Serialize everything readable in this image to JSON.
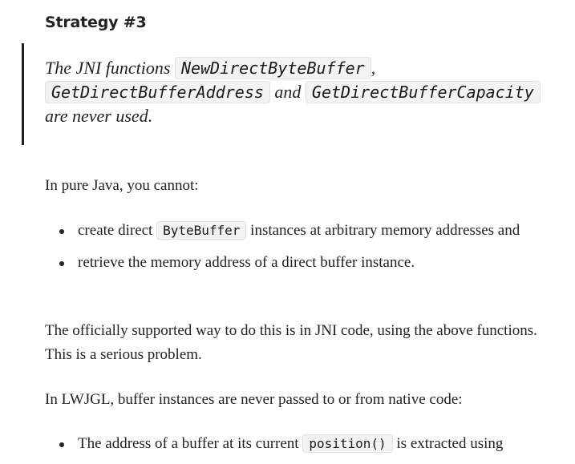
{
  "heading": "Strategy #3",
  "quote": {
    "t1": "The JNI functions ",
    "c1": "NewDirectByteBuffer",
    "t2": ",",
    "c2": "GetDirectBufferAddress",
    "t3": " and ",
    "c3": "GetDirectBufferCapacity",
    "t4": "are never used."
  },
  "para1": "In pure Java, you cannot:",
  "list1": {
    "item1": {
      "t1": "create direct ",
      "c1": "ByteBuffer",
      "t2": " instances at arbitrary memory addresses and"
    },
    "item2": {
      "t1": "retrieve the memory address of a direct buffer instance."
    }
  },
  "para2": "The officially supported way to do this is in JNI code, using the above functions. This is a serious problem.",
  "para3": "In LWJGL, buffer instances are never passed to or from native code:",
  "list2": {
    "item1": {
      "t1": "The address of a buffer at its current ",
      "c1": "position()",
      "t2": " is extracted using"
    }
  }
}
